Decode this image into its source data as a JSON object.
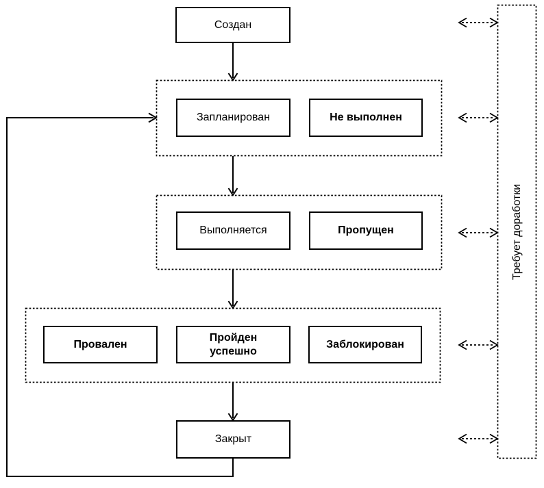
{
  "diagram": {
    "language": "ru",
    "nodes": {
      "created": {
        "label": "Создан"
      },
      "planned": {
        "label": "Запланирован"
      },
      "not_executed": {
        "label": "Не выполнен"
      },
      "in_progress": {
        "label": "Выполняется"
      },
      "skipped": {
        "label": "Пропущен"
      },
      "failed": {
        "label": "Провален"
      },
      "passed": {
        "label": "Пройден\nуспешно"
      },
      "blocked": {
        "label": "Заблокирован"
      },
      "closed": {
        "label": "Закрыт"
      },
      "rework": {
        "label": "Требует доработки"
      }
    },
    "groups": [
      {
        "id": "planned-group",
        "members": [
          "planned",
          "not_executed"
        ]
      },
      {
        "id": "executing-group",
        "members": [
          "in_progress",
          "skipped"
        ]
      },
      {
        "id": "result-group",
        "members": [
          "failed",
          "passed",
          "blocked"
        ]
      },
      {
        "id": "rework-panel",
        "members": [
          "rework"
        ]
      }
    ],
    "edges": [
      {
        "from": "created",
        "to": "planned-group",
        "style": "solid-arrow"
      },
      {
        "from": "planned-group",
        "to": "executing-group",
        "style": "solid-arrow"
      },
      {
        "from": "executing-group",
        "to": "result-group",
        "style": "solid-arrow"
      },
      {
        "from": "result-group",
        "to": "closed",
        "style": "solid-arrow"
      },
      {
        "from": "closed",
        "to": "planned-group",
        "style": "solid-arrow-loop"
      },
      {
        "from": "rework-panel",
        "to": "created",
        "style": "dashed-double-arrow"
      },
      {
        "from": "rework-panel",
        "to": "planned-group",
        "style": "dashed-double-arrow"
      },
      {
        "from": "rework-panel",
        "to": "executing-group",
        "style": "dashed-double-arrow"
      },
      {
        "from": "rework-panel",
        "to": "result-group",
        "style": "dashed-double-arrow"
      },
      {
        "from": "rework-panel",
        "to": "closed",
        "style": "dashed-double-arrow"
      }
    ],
    "colors": {
      "line": "#000000",
      "background": "#ffffff",
      "box_fill": "#ffffff"
    }
  }
}
